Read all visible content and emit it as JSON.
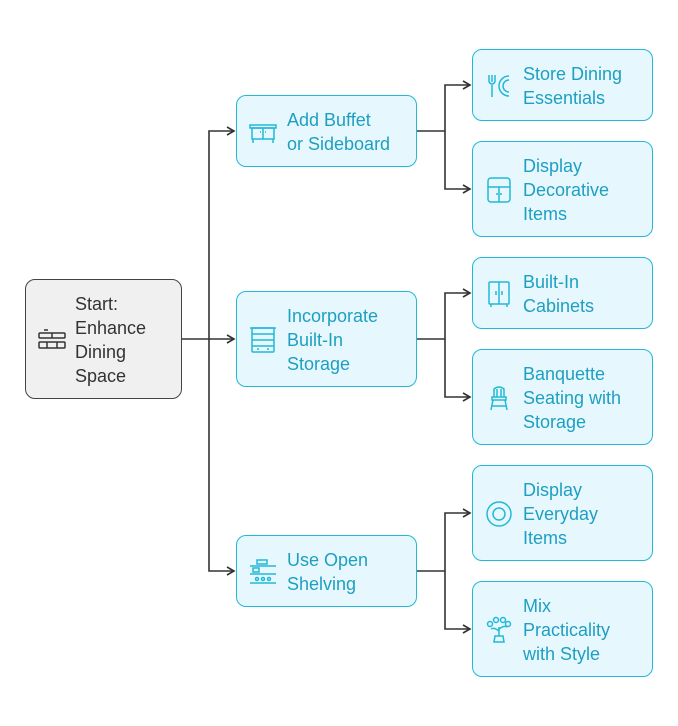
{
  "diagram": {
    "start": {
      "label": "Start:\nEnhance\nDining\nSpace",
      "icon": "dining-space-icon"
    },
    "branches": [
      {
        "label": "Add Buffet\nor Sideboard",
        "icon": "buffet-icon",
        "children": [
          {
            "label": "Store Dining\nEssentials",
            "icon": "utensils-icon"
          },
          {
            "label": "Display\nDecorative\nItems",
            "icon": "display-cabinet-icon"
          }
        ]
      },
      {
        "label": "Incorporate\nBuilt-In\nStorage",
        "icon": "shelving-unit-icon",
        "children": [
          {
            "label": "Built-In\nCabinets",
            "icon": "cabinet-icon"
          },
          {
            "label": "Banquette\nSeating with\nStorage",
            "icon": "chair-icon"
          }
        ]
      },
      {
        "label": "Use Open\nShelving",
        "icon": "open-shelf-icon",
        "children": [
          {
            "label": "Display\nEveryday\nItems",
            "icon": "plate-icon"
          },
          {
            "label": "Mix\nPracticality\nwith Style",
            "icon": "plant-icon"
          }
        ]
      }
    ]
  },
  "colors": {
    "accent": "#22b8d8",
    "accent_text": "#1e9fc2",
    "node_fill": "#e6f8fd",
    "start_fill": "#f0f0f0",
    "start_border": "#444444",
    "connector": "#333333"
  }
}
